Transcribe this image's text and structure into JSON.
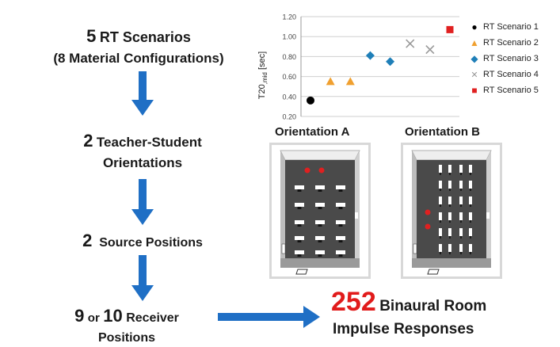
{
  "flow": {
    "step1": {
      "num": "5",
      "line1": "RT Scenarios",
      "line2": "(8 Material Configurations)"
    },
    "step2": {
      "num": "2",
      "line1": "Teacher-Student",
      "line2": "Orientations"
    },
    "step3": {
      "num": "2",
      "line1": "Source Positions"
    },
    "step4": {
      "num": "9",
      "or": "or",
      "num2": "10",
      "line1": "Receiver",
      "line2": "Positions"
    },
    "arrow_color": "#1f6fc5"
  },
  "result": {
    "num": "252",
    "line1": "Binaural Room",
    "line2": "Impulse Responses",
    "num_color": "#e11b1b"
  },
  "orientations": {
    "a": "Orientation A",
    "b": "Orientation B"
  },
  "chart_data": {
    "type": "scatter",
    "ylabel_main": "T20",
    "ylabel_sub": ",mid",
    "ylabel_unit": " [sec]",
    "ylim": [
      0.2,
      1.2
    ],
    "yticks": [
      "0.20",
      "0.40",
      "0.60",
      "0.80",
      "1.00",
      "1.20"
    ],
    "grid": true,
    "legend_position": "right",
    "series": [
      {
        "name": "RT Scenario 1",
        "marker": "circle",
        "color": "#000000",
        "points": [
          {
            "x": 1,
            "y": 0.36
          }
        ]
      },
      {
        "name": "RT Scenario 2",
        "marker": "triangle",
        "color": "#f0a030",
        "points": [
          {
            "x": 2,
            "y": 0.55
          },
          {
            "x": 3,
            "y": 0.55
          }
        ]
      },
      {
        "name": "RT Scenario 3",
        "marker": "diamond",
        "color": "#1f7fb8",
        "points": [
          {
            "x": 4,
            "y": 0.81
          },
          {
            "x": 5,
            "y": 0.75
          }
        ]
      },
      {
        "name": "RT Scenario 4",
        "marker": "x",
        "color": "#999999",
        "points": [
          {
            "x": 6,
            "y": 0.93
          },
          {
            "x": 7,
            "y": 0.87
          }
        ]
      },
      {
        "name": "RT Scenario 5",
        "marker": "square",
        "color": "#e02020",
        "points": [
          {
            "x": 8,
            "y": 1.07
          }
        ]
      }
    ]
  }
}
